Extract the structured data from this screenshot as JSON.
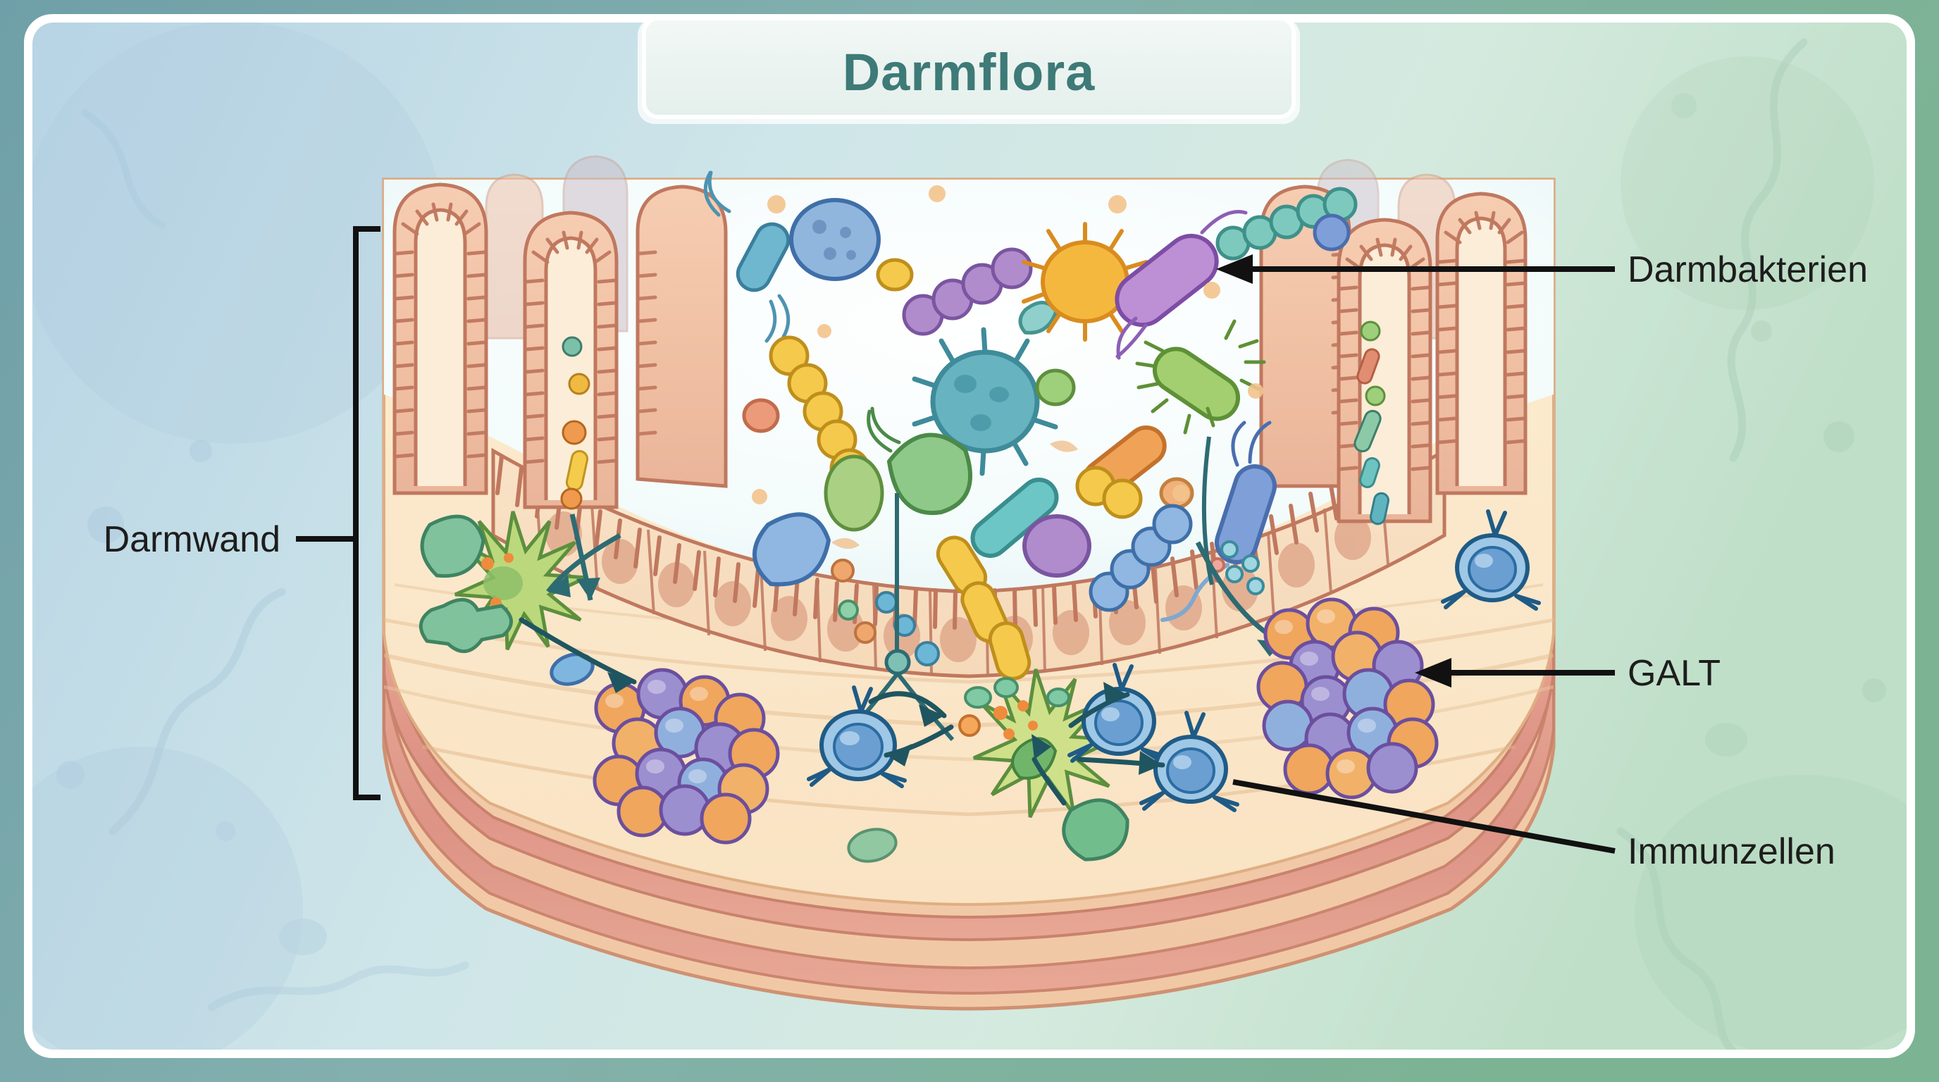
{
  "figure": {
    "title": "Darmflora",
    "kind": "anatomical-illustration",
    "subject": "intestinal wall cross-section with gut microbiota and immune cells",
    "language": "de"
  },
  "frame": {
    "border_color": "#7aa9ac",
    "inner_border_color": "#ffffff",
    "background_gradient_start": "#b9d5e4",
    "background_gradient_end": "#c5e2cd"
  },
  "title_panel": {
    "label": "Darmflora",
    "text_color": "#3e7a77",
    "panel_color": "#eef5f3"
  },
  "labels": [
    {
      "id": "darmwand",
      "text": "Darmwand",
      "position": "left",
      "connector": "bracket",
      "text_color": "#1d1d1d"
    },
    {
      "id": "darmbakterien",
      "text": "Darmbakterien",
      "position": "right",
      "connector": "arrow",
      "text_color": "#1d1d1d"
    },
    {
      "id": "galt",
      "text": "GALT",
      "position": "right",
      "connector": "arrow",
      "text_color": "#1d1d1d"
    },
    {
      "id": "immunzellen",
      "text": "Immunzellen",
      "position": "right",
      "connector": "line",
      "text_color": "#1d1d1d"
    }
  ],
  "illustration": {
    "lumen_color": "#f4fbfb",
    "villi_color": "#f3c3a8",
    "villi_outline": "#c0785f",
    "epithelium_color": "#f7dcbd",
    "lamina_propria_color": "#fbe7c8",
    "muscle_layer_color": "#e09a8c",
    "serosa_color": "#f6d9b6",
    "arrow_color": "#2d6b73",
    "structures": [
      "villi",
      "microvilli-brush-border",
      "columnar-epithelial-cells",
      "lamina-propria",
      "muscularis-mucosae",
      "circular-muscle-layer",
      "longitudinal-muscle-layer"
    ],
    "bacteria_palette": [
      "#6fb6cf",
      "#8cc9a6",
      "#f0b942",
      "#ef9a4f",
      "#b07fc4",
      "#7f9fd8",
      "#6ec4c0",
      "#e0775f"
    ],
    "immune_cells": [
      {
        "name": "dendritic-cell",
        "color": "#b9d47a",
        "count": 2
      },
      {
        "name": "lymphocyte",
        "color": "#8fc0e0",
        "count": 5
      },
      {
        "name": "galt-follicle",
        "colors": [
          "#f2a25a",
          "#9b8fd0",
          "#8fb0dd"
        ],
        "count": 2
      }
    ]
  }
}
